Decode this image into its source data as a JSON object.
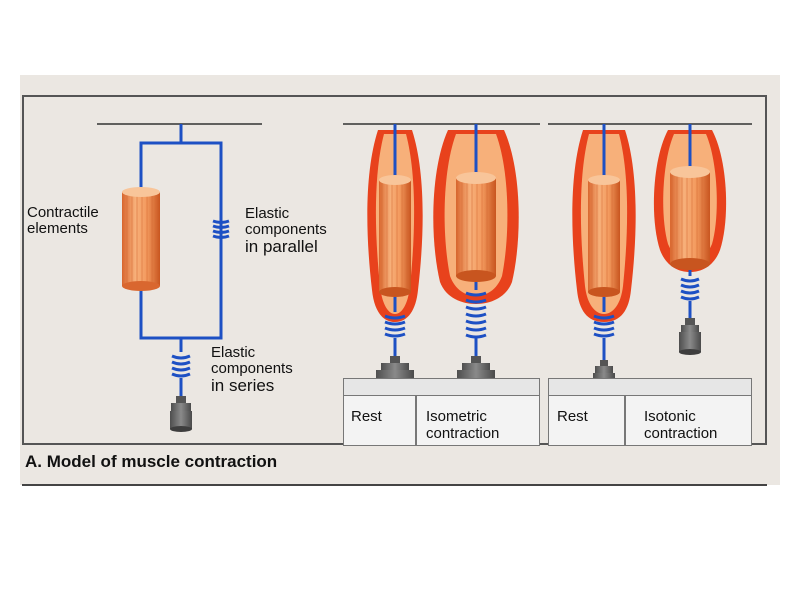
{
  "labels": {
    "contractile_elements": "Contractile\nelements",
    "elastic_parallel_line1": "Elastic",
    "elastic_parallel_line2": "components",
    "elastic_parallel_line3": "in parallel",
    "elastic_series_line1": "Elastic",
    "elastic_series_line2": "components",
    "elastic_series_line3": "in series"
  },
  "states": [
    {
      "label": "Rest"
    },
    {
      "label": "Isometric\ncontraction"
    },
    {
      "label": "Rest"
    },
    {
      "label": "Isotonic\ncontraction"
    }
  ],
  "caption": "A. Model of muscle contraction",
  "colors": {
    "wire": "#1d50c4",
    "muscle_outer": "#e8421c",
    "muscle_fiber": "#f4a06a",
    "weight": "#666666",
    "frame": "#555555"
  }
}
